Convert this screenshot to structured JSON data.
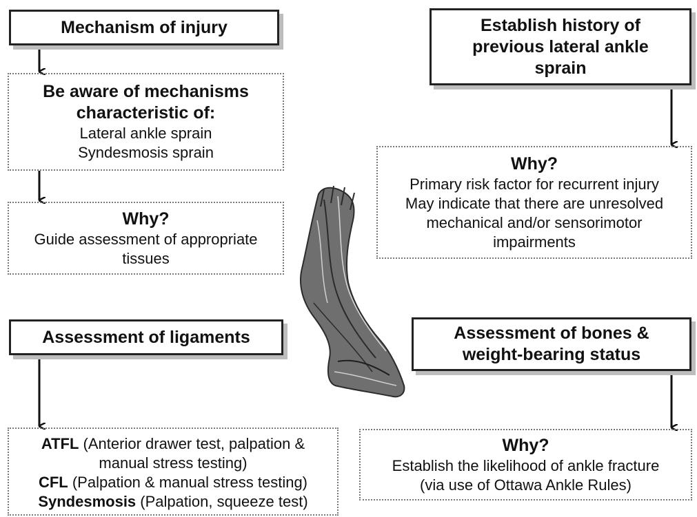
{
  "mechanism": {
    "title": "Mechanism of injury",
    "aware_heading_line1": "Be aware of mechanisms",
    "aware_heading_line2": "characteristic of:",
    "aware_item1": "Lateral ankle sprain",
    "aware_item2": "Syndesmosis sprain",
    "why_heading": "Why?",
    "why_line1": "Guide assessment of appropriate",
    "why_line2": "tissues"
  },
  "history": {
    "title_line1": "Establish history of",
    "title_line2": "previous lateral ankle",
    "title_line3": "sprain",
    "why_heading": "Why?",
    "why_line1": "Primary risk factor for recurrent injury",
    "why_line2": "May indicate that there are unresolved",
    "why_line3": "mechanical and/or sensorimotor",
    "why_line4": "impairments"
  },
  "ligaments": {
    "title": "Assessment of ligaments",
    "atfl_term": "ATFL",
    "atfl_text": " (Anterior drawer test, palpation &",
    "atfl_text2": "manual stress testing)",
    "cfl_term": "CFL",
    "cfl_text": " (Palpation & manual stress testing)",
    "syn_term": "Syndesmosis",
    "syn_text": " (Palpation, squeeze test)"
  },
  "bones": {
    "title_line1": "Assessment of bones &",
    "title_line2": "weight-bearing status",
    "why_heading": "Why?",
    "why_line1": "Establish the likelihood of ankle fracture",
    "why_line2": "(via use of Ottawa Ankle Rules)"
  }
}
